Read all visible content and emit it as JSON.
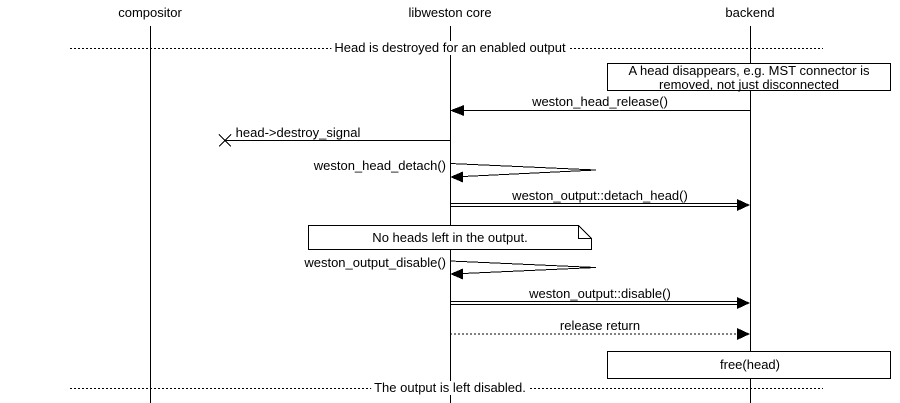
{
  "diagram": {
    "background": "#ffffff",
    "line_color": "#000000",
    "actors": [
      {
        "label": "compositor"
      },
      {
        "label": "libweston core"
      },
      {
        "label": "backend"
      }
    ],
    "dividers": [
      {
        "label": "Head is destroyed for an enabled output"
      },
      {
        "label": "The output is left disabled."
      }
    ],
    "notes": [
      {
        "lines": [
          "A head disappears, e.g. MST connector is",
          "removed, not just disconnected"
        ]
      },
      {
        "lines": [
          "No heads left in the output."
        ]
      }
    ],
    "messages": [
      {
        "label": "weston_head_release()",
        "from": "backend",
        "to": "libweston core",
        "style": "solid"
      },
      {
        "label": "head->destroy_signal",
        "from": "libweston core",
        "to": "lost",
        "style": "lost"
      },
      {
        "label": "weston_head_detach()",
        "from": "libweston core",
        "to": "libweston core",
        "style": "self"
      },
      {
        "label": "weston_output::detach_head()",
        "from": "libweston core",
        "to": "backend",
        "style": "double"
      },
      {
        "label": "weston_output_disable()",
        "from": "libweston core",
        "to": "libweston core",
        "style": "self"
      },
      {
        "label": "weston_output::disable()",
        "from": "libweston core",
        "to": "backend",
        "style": "double"
      },
      {
        "label": "release return",
        "from": "libweston core",
        "to": "backend",
        "style": "dotted"
      }
    ],
    "action_box": {
      "label": "free(head)"
    }
  }
}
